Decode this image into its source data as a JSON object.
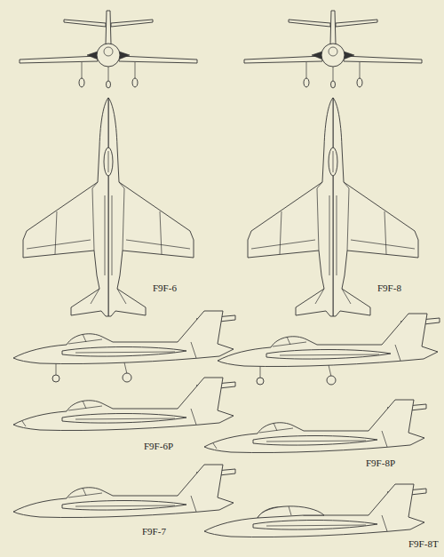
{
  "diagram": {
    "labels": [
      "F9F-6",
      "F9F-8",
      "F9F-6P",
      "F9F-8P",
      "F9F-7",
      "F9F-8T"
    ]
  }
}
